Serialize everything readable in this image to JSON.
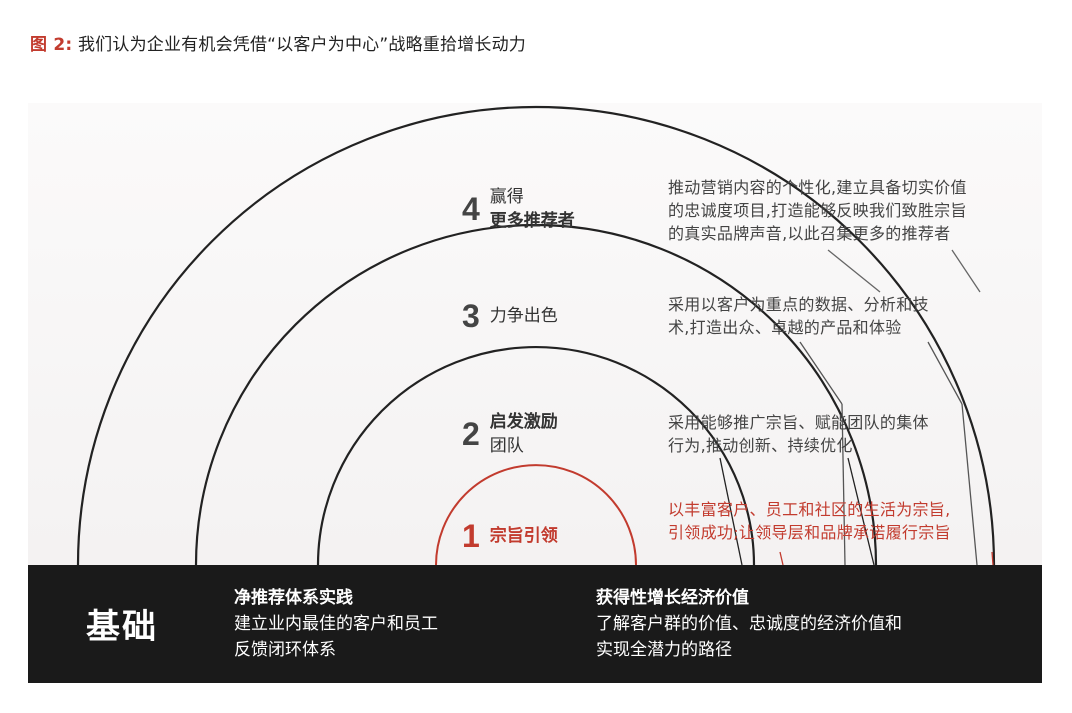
{
  "figure": {
    "label": "图 2:",
    "title": "我们认为企业有机会凭借“以客户为中心”战略重拾增长动力"
  },
  "levels": [
    {
      "number": "1",
      "label_lines": [
        "宗旨引领"
      ],
      "description": [
        "以丰富客户、员工和社区的生活为宗旨,",
        "引领成功;让领导层和品牌承诺履行宗旨"
      ]
    },
    {
      "number": "2",
      "label_lines": [
        "启发激励",
        "团队"
      ],
      "description": [
        "采用能够推广宗旨、赋能团队的集体",
        "行为,推动创新、持续优化"
      ]
    },
    {
      "number": "3",
      "label_lines": [
        "力争出色"
      ],
      "description": [
        "采用以客户为重点的数据、分析和技",
        "术,打造出众、卓越的产品和体验"
      ]
    },
    {
      "number": "4",
      "label_lines": [
        "赢得",
        "更多推荐者"
      ],
      "description": [
        "推动营销内容的个性化,建立具备切实价值",
        "的忠诚度项目,打造能够反映我们致胜宗旨",
        "的真实品牌声音,以此召集更多的推荐者"
      ]
    }
  ],
  "foundation": {
    "title": "基础",
    "blocks": [
      {
        "title": "净推荐体系实践",
        "lines": [
          "建立业内最佳的客户和员工",
          "反馈闭环体系"
        ]
      },
      {
        "title": "获得性增长经济价值",
        "lines": [
          "了解客户群的价值、忠诚度的经济价值和",
          "实现全潜力的路径"
        ]
      }
    ]
  },
  "colors": {
    "accent": "#c23b2e",
    "dark": "#1a1a1a",
    "text": "#222222"
  }
}
